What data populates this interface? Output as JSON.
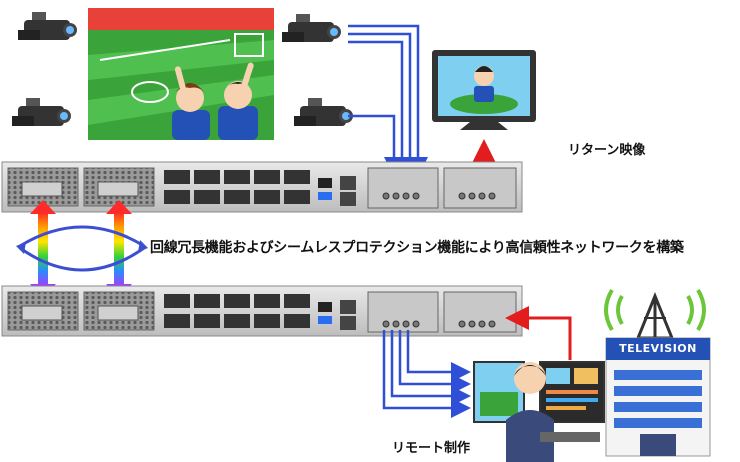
{
  "labels": {
    "return_video": "リターン映像",
    "redundancy": "回線冗長機能およびシームレスプロテクション機能により高信頼性ネットワークを構築",
    "remote_production": "リモート制作"
  },
  "station_sign": "TELEVISION",
  "colors": {
    "signal_blue": "#2f4fd6",
    "return_red": "#e11d1d",
    "device_body": "#d6d6d6",
    "pitch_green": "#3aa33a",
    "sky_blue": "#7fd0f0"
  }
}
